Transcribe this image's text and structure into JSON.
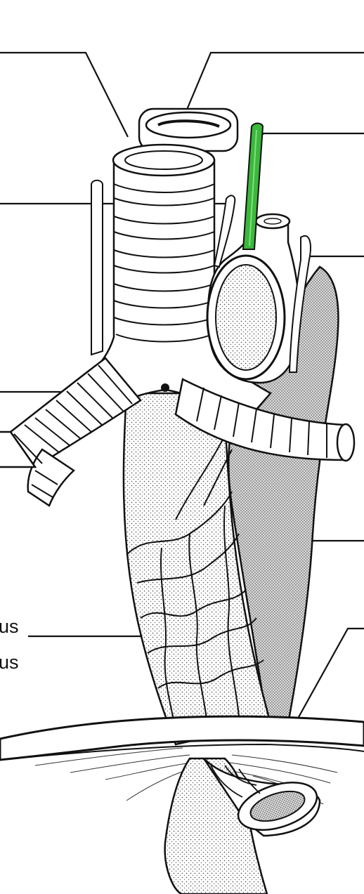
{
  "labels": {
    "esophagus_line1": "us",
    "esophagus_line2": "us"
  },
  "colors": {
    "ink": "#111111",
    "highlight_nerve": "#3cb83c",
    "background": "#ffffff",
    "stipple": "#555555"
  },
  "icons": {
    "trachea": "trachea-illustration",
    "esophagus": "esophagus-illustration",
    "aorta": "aortic-arch-illustration",
    "nerve": "recurrent-laryngeal-nerve-illustration"
  }
}
